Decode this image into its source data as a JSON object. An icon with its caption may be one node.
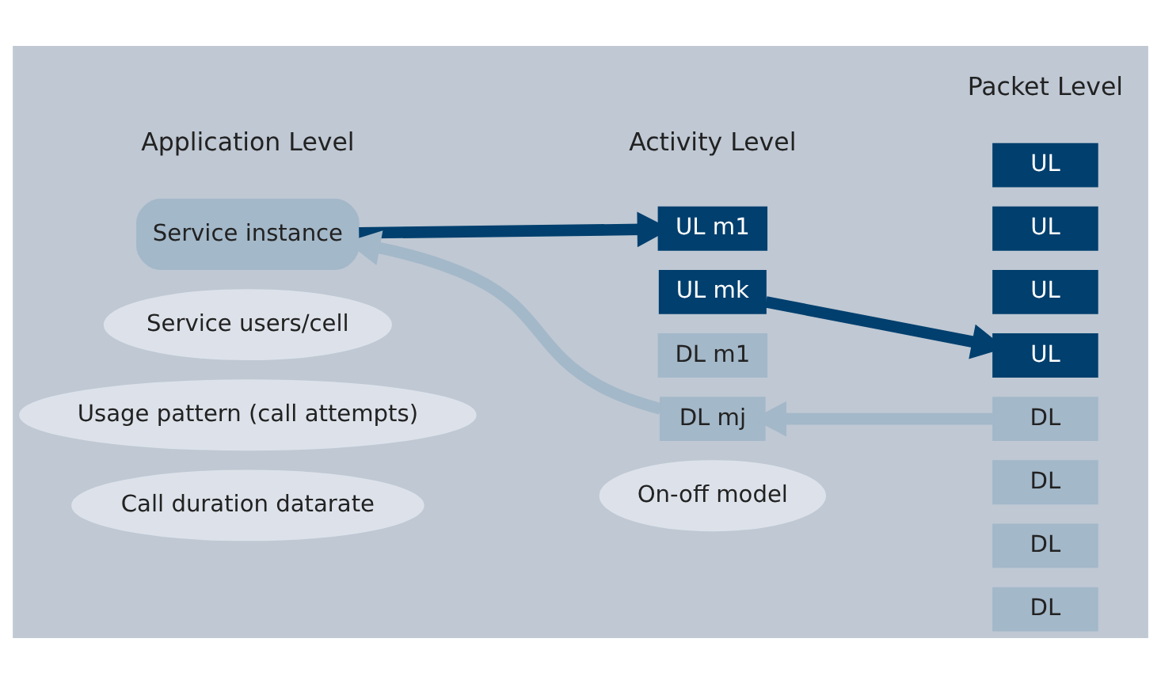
{
  "diagram": {
    "nodes": [
      {
        "text": [
          "Service users/cell"
        ]
      },
      {
        "text": [
          "Usage pattern (call attempts)"
        ]
      },
      {
        "text": [
          "Call duration datarate"
        ]
      },
      {
        "text": [
          "Service instance"
        ]
      },
      {
        "text": [
          "UL m1"
        ]
      },
      {
        "text": [
          "UL mk"
        ]
      },
      {
        "text": [
          "DL m1"
        ]
      },
      {
        "text": [
          "DL mj"
        ]
      },
      {
        "text": [
          "On-off model"
        ]
      },
      {
        "text": [
          "UL"
        ]
      },
      {
        "text": [
          "UL"
        ]
      },
      {
        "text": [
          "UL"
        ]
      },
      {
        "text": [
          "UL"
        ]
      },
      {
        "text": [
          "DL"
        ]
      },
      {
        "text": [
          "DL"
        ]
      },
      {
        "text": [
          "DL"
        ]
      },
      {
        "text": [
          "DL"
        ]
      }
    ],
    "edges": [
      {
        "from": 3,
        "to": 4,
        "arrow": "to",
        "color": "#003f6e"
      },
      {
        "from": 5,
        "to": 9,
        "arrow": "to",
        "color": "#003f6e"
      },
      {
        "from": 13,
        "to": 7,
        "arrow": "to",
        "color": "#a3b8c9"
      },
      {
        "from": 7,
        "to": 3,
        "arrow": "to",
        "color": "#a3b8c9"
      }
    ],
    "labels": [
      "Application Level",
      "Activity Level",
      "Packet Level"
    ]
  }
}
